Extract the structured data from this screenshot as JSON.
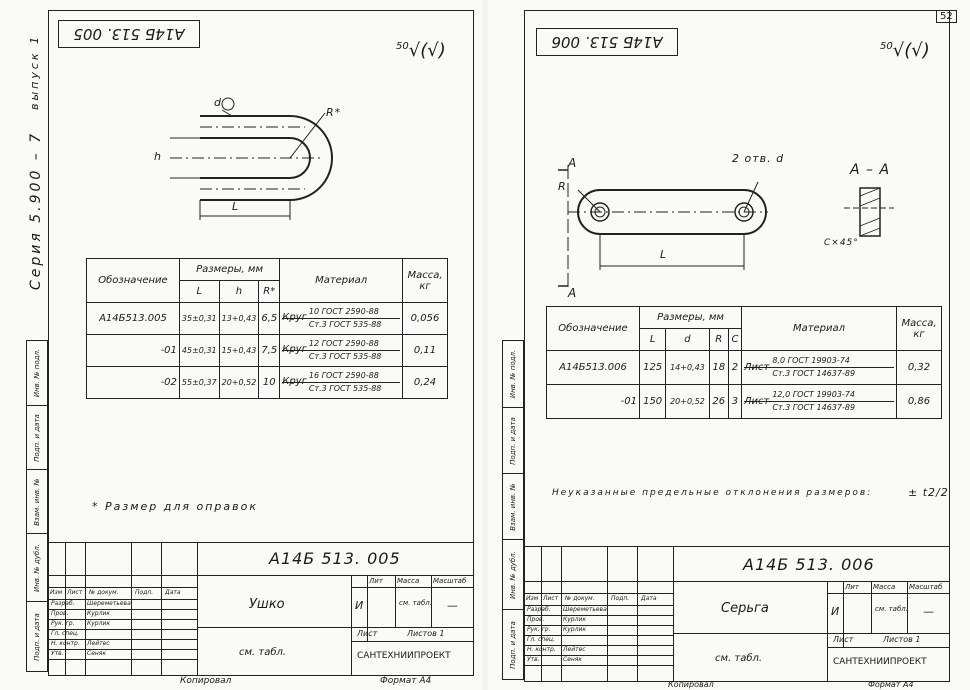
{
  "left_sheet": {
    "top_stamp": "А14Б 513. 005",
    "roughness": "√(√)",
    "roughness_value": "50",
    "series_label": "Серия 5.900 – 7",
    "issue_label": "выпуск 1",
    "dim_r": "R*",
    "dim_h": "h",
    "dim_l": "L",
    "dim_d": "d",
    "side_cells": [
      "Инв. № подл.",
      "Подп. и дата",
      "Взам. инв. №",
      "Инв. № дубл.",
      "Подп. и дата"
    ],
    "table": {
      "head_designation": "Обозначение",
      "head_dimensions": "Размеры, мм",
      "head_material": "Материал",
      "head_mass": "Масса, кг",
      "col_headers": [
        "L",
        "h",
        "R*"
      ],
      "rows": [
        {
          "designation": "А14Б513.005",
          "L": "35±0,31",
          "h": "13+0,43",
          "R": "6,5",
          "mat_type": "Круг",
          "mat_top": "10 ГОСТ 2590-88",
          "mat_bottom": "Ст.3 ГОСТ 535-88",
          "mass": "0,056"
        },
        {
          "designation": "-01",
          "L": "45±0,31",
          "h": "15+0,43",
          "R": "7,5",
          "mat_type": "Круг",
          "mat_top": "12 ГОСТ 2590-88",
          "mat_bottom": "Ст.3 ГОСТ 535-88",
          "mass": "0,11"
        },
        {
          "designation": "-02",
          "L": "55±0,37",
          "h": "20+0,52",
          "R": "10",
          "mat_type": "Круг",
          "mat_top": "16 ГОСТ 2590-88",
          "mat_bottom": "Ст.3 ГОСТ 535-88",
          "mass": "0,24"
        }
      ]
    },
    "note": "* Размер для оправок",
    "title_block": {
      "doc_number": "А14Б 513. 005",
      "part_name": "Ушко",
      "lit": "Лит",
      "mass": "Масса",
      "scale": "Масштаб",
      "mass_value": "см. табл.",
      "scale_value": "—",
      "letter": "И",
      "sheet": "Лист",
      "sheets": "Листов 1",
      "material_ref": "см. табл.",
      "org": "САНТЕХНИИПРОЕКТ",
      "roles": [
        "Разраб.",
        "Пров.",
        "Рук. гр.",
        "Гл. спец.",
        "Н. контр.",
        "Утв."
      ],
      "people": [
        "Шереметьева",
        "Курлик",
        "Курлик",
        "",
        "Лейтес",
        "Сеняк"
      ],
      "head_cols": [
        "Изм",
        "Лист",
        "№ докум.",
        "Подп.",
        "Дата"
      ],
      "footer_copy": "Копировал",
      "footer_format": "Формат А4"
    }
  },
  "right_sheet": {
    "page_number": "52",
    "top_stamp": "А14Б 513. 006",
    "roughness": "√(√)",
    "roughness_value": "50",
    "section_label": "А – А",
    "section_a": "А",
    "dim_l": "L",
    "dim_r": "R",
    "dim_holes": "2 отв. d",
    "dim_chamfer": "C×45°",
    "side_cells": [
      "Инв. № подл.",
      "Подп. и дата",
      "Взам. инв. №",
      "Инв. № дубл.",
      "Подп. и дата"
    ],
    "table": {
      "head_designation": "Обозначение",
      "head_dimensions": "Размеры, мм",
      "head_material": "Материал",
      "head_mass": "Масса, кг",
      "col_headers": [
        "L",
        "d",
        "R",
        "C"
      ],
      "rows": [
        {
          "designation": "А14Б513.006",
          "L": "125",
          "d": "14+0,43",
          "R": "18",
          "C": "2",
          "mat_type": "Лист",
          "mat_top": "8,0 ГОСТ 19903-74",
          "mat_bottom": "Ст.3 ГОСТ 14637-89",
          "mass": "0,32"
        },
        {
          "designation": "-01",
          "L": "150",
          "d": "20+0,52",
          "R": "26",
          "C": "3",
          "mat_type": "Лист",
          "mat_top": "12,0 ГОСТ 19903-74",
          "mat_bottom": "Ст.3 ГОСТ 14637-89",
          "mass": "0,86"
        }
      ]
    },
    "note": "Неуказанные предельные отклонения размеров:",
    "note_formula": "± t2/2",
    "title_block": {
      "doc_number": "А14Б 513. 006",
      "part_name": "Серьга",
      "lit": "Лит",
      "mass": "Масса",
      "scale": "Масштаб",
      "mass_value": "см. табл.",
      "scale_value": "—",
      "letter": "И",
      "sheet": "Лист",
      "sheets": "Листов 1",
      "material_ref": "см. табл.",
      "org": "САНТЕХНИИПРОЕКТ",
      "roles": [
        "Разраб.",
        "Пров.",
        "Рук. гр.",
        "Гл. спец.",
        "Н. контр.",
        "Утв."
      ],
      "people": [
        "Шереметьева",
        "Курлик",
        "Курлик",
        "",
        "Лейтес",
        "Сеняк"
      ],
      "head_cols": [
        "Изм",
        "Лист",
        "№ докум.",
        "Подп.",
        "Дата"
      ],
      "footer_copy": "Копировал",
      "footer_format": "Формат А4"
    }
  }
}
